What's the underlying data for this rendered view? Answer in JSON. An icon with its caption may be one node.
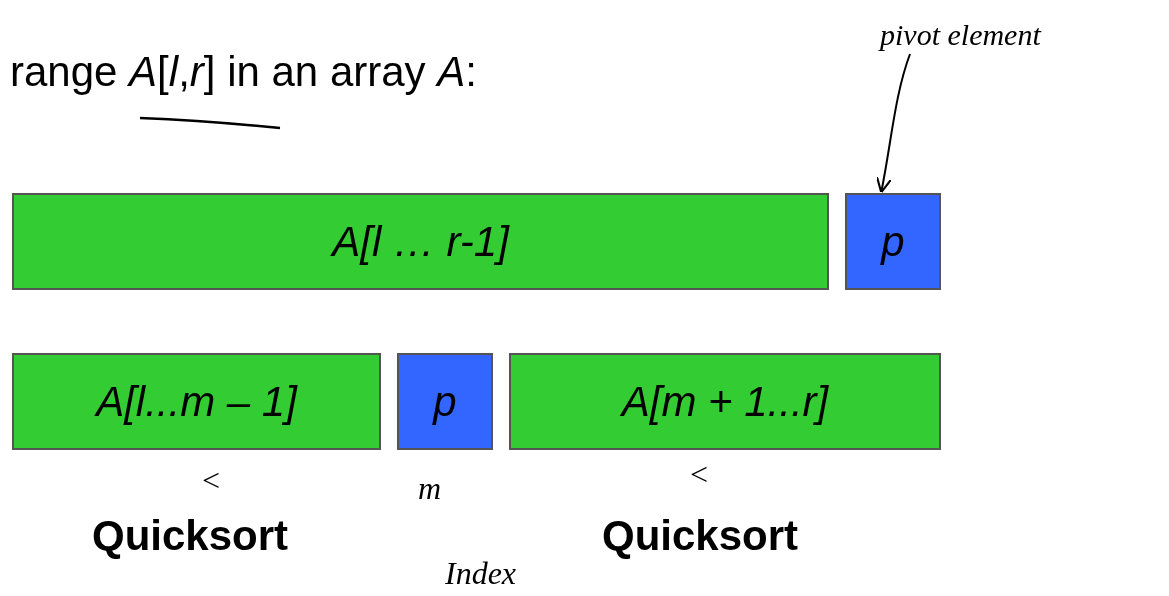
{
  "diagram": {
    "title": "range *A*[*l*,*r*] in an array *A*:",
    "nodes": [
      {
        "text": [
          "A[l … r-1]"
        ]
      },
      {
        "text": [
          "p"
        ]
      },
      {
        "text": [
          "A[l...m – 1]"
        ]
      },
      {
        "text": [
          "p"
        ]
      },
      {
        "text": [
          "A[m + 1...r]"
        ]
      },
      {
        "text": [
          "pivot element"
        ]
      }
    ],
    "edges": [
      {
        "from": 5,
        "to": 1,
        "arrow": "to"
      }
    ],
    "labels": [
      "<",
      "m",
      "<",
      "Quicksort",
      "Quicksort",
      "Index"
    ]
  }
}
